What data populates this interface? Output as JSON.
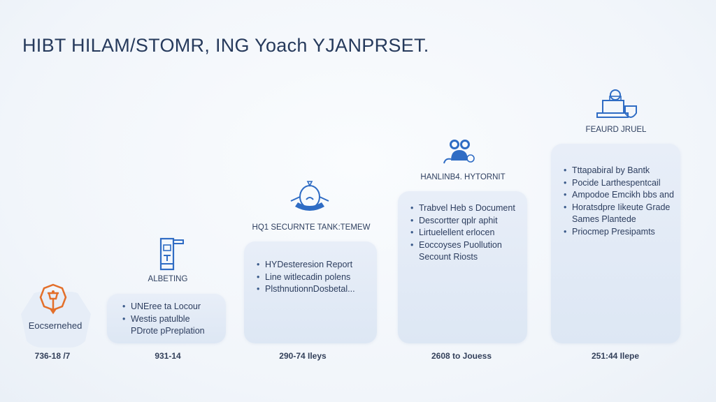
{
  "title": "HIBT HILAM/STOMR, ING Yoach YJANPRSET.",
  "colors": {
    "accent": "#2f6cc4",
    "orange": "#e36f2a",
    "box": "#e2eaf5",
    "text": "#2c3d5e"
  },
  "steps": [
    {
      "icon": "orange-badge-icon",
      "label": "Eocsernehed",
      "items": [],
      "footer": "736-18 /7"
    },
    {
      "icon": "kiosk-icon",
      "label": "ALBETING",
      "items": [
        "UNEree ta Locour",
        "Westis patulble",
        "PDrote pPreplation"
      ],
      "footer": "931-14"
    },
    {
      "icon": "robot-icon",
      "label": "HQ1 SECURNTE TANK:TEMEW",
      "items": [
        "HYDesteresion Report",
        "Line witlecadin polens",
        "PlsthnutionnDosbetal..."
      ],
      "footer": "290-74 Ileys"
    },
    {
      "icon": "binoculars-icon",
      "label": "HANLINB4. HYTORNIT",
      "items": [
        "Trabvel Heb s Document",
        "Descortter qplr aphit",
        "Lirtuelellent erlocen",
        "Eoccoyses Puollution",
        "Secount Riosts"
      ],
      "footer": "2608 to Jouess"
    },
    {
      "icon": "desk-icon",
      "label": "FEAURD JRUEL",
      "items": [
        "Tttapabiral by Bantk",
        "Pocide Larthespentcail",
        "Ampodoe Emcikh bbs and",
        "Horatsdpre Iikeute Grade",
        "Sames Plantede",
        "Priocmep Presipamts"
      ],
      "footer": "251:44 Ilepe"
    }
  ]
}
